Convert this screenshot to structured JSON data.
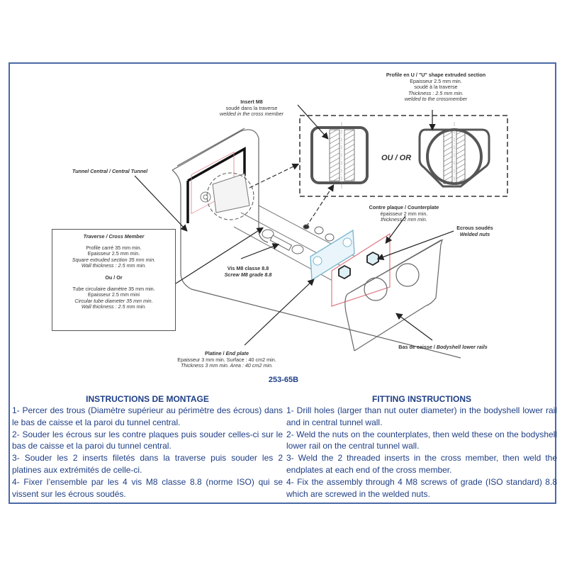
{
  "drawing": {
    "labels": {
      "profile_u": {
        "title": "Profile en U / \"U\" shape extruded section",
        "lines": [
          "Epaisseur 2.5 mm min.",
          "soudé à la traverse",
          "Thickness : 2.5 mm min.",
          "welded to the crossmember"
        ]
      },
      "insert_m8": {
        "title": "Insert M8",
        "lines": [
          "soudé dans la traverse",
          "welded in the cross member"
        ]
      },
      "central_tunnel": "Tunnel Central / Central Tunnel",
      "ou_or": "OU / OR",
      "counterplate": {
        "title": "Contre plaque / Counterplate",
        "lines": [
          "épaisseur 2 mm min.",
          "thickness 2 mm min."
        ]
      },
      "welded_nuts": {
        "title": "Ecrous soudés",
        "subtitle": "Welded nuts"
      },
      "screw": {
        "fr": "Vis M8 classe 8.8",
        "en": "Screw M8 grade 8.8"
      },
      "end_plate": {
        "title_fr": "Platine / ",
        "title_en": "End plate",
        "lines": [
          "Epaisseur 3 mm min. Surface : 40 cm2 min.",
          "Thickness 3 mm min. Area : 40 cm2 min."
        ]
      },
      "lower_rails": {
        "fr": "Bas de caisse / ",
        "en": "Bodyshell lower rails"
      }
    },
    "cross_member_box": {
      "title": "Traverse / Cross Member",
      "square_lines": [
        "Profile carré 35 mm min.",
        "Epaisseur 2.5 mm min."
      ],
      "square_lines_en": [
        "Square extruded section 35 mm min.",
        "Wall thickness : 2.5 mm min."
      ],
      "or_label": "Ou / Or",
      "tube_lines": [
        "Tube circulaire diamètre 35 mm min.",
        "Epaisseur 2.5 mm mini"
      ],
      "tube_lines_en": [
        "Circular tube diameter 35 mm min.",
        "Wall thickness : 2.5 mm min."
      ]
    }
  },
  "reference": "253-65B",
  "instructions_fr": {
    "title": "INSTRUCTIONS DE MONTAGE",
    "steps": [
      "1- Percer des trous (Diamètre supérieur au périmètre des écrous) dans le bas de caisse et la paroi du tunnel central.",
      "2- Souder les écrous sur les contre plaques puis souder celles-ci sur le bas de caisse et la paroi du tunnel central.",
      "3- Souder les 2 inserts filetés dans la traverse puis souder les 2 platines aux extrémités de celle-ci.",
      "4- Fixer l’ensemble par les 4 vis M8 classe 8.8 (norme ISO) qui se vissent sur les écrous soudés."
    ]
  },
  "instructions_en": {
    "title": "FITTING INSTRUCTIONS",
    "steps": [
      "1- Drill holes (larger than nut outer diameter) in the bodyshell lower rail and in central tunnel wall.",
      "2- Weld the nuts on the counterplates, then weld these on the bodyshell lower rail on the central tunnel wall.",
      "3- Weld the 2 threaded inserts in the cross member, then weld the endplates at each end of the cross member.",
      "4- Fix the assembly through 4 M8 screws of grade (ISO standard) 8.8 which are screwed in the welded nuts."
    ]
  },
  "colors": {
    "frame_border": "#4a6aa5",
    "text_blue": "#1f3f86",
    "endplate_blue": "#7fb8d0",
    "counterplate_red": "#e07a84"
  }
}
